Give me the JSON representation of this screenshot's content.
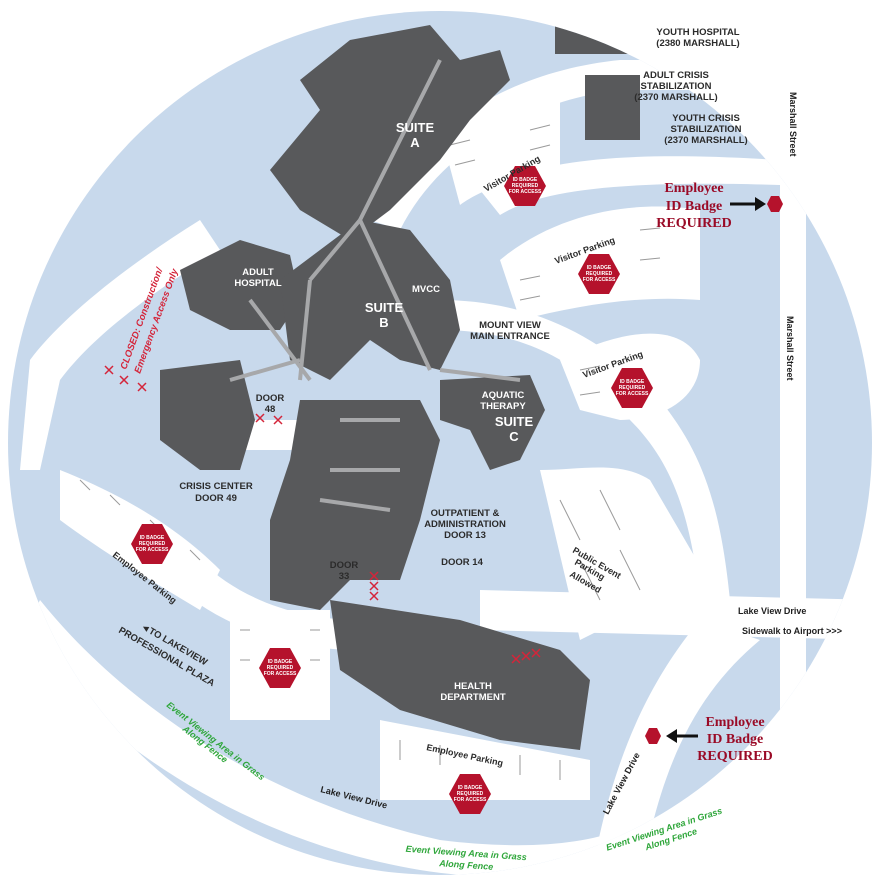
{
  "colors": {
    "water": "#c8d9ec",
    "building": "#58595b",
    "badge": "#b5122c",
    "employee_text": "#9a0a26",
    "closed_text": "#d4253a",
    "event_text": "#2ea63a"
  },
  "buildings": {
    "youth_hospital": [
      "YOUTH HOSPITAL",
      "(2380 MARSHALL)"
    ],
    "adult_crisis": [
      "ADULT CRISIS",
      "STABILIZATION",
      "(2370 MARSHALL)"
    ],
    "youth_crisis": [
      "YOUTH CRISIS",
      "STABILIZATION",
      "(2370 MARSHALL)"
    ],
    "suite_a": [
      "SUITE",
      "A"
    ],
    "suite_b": [
      "SUITE",
      "B"
    ],
    "suite_c": [
      "SUITE",
      "C"
    ],
    "adult_hospital": [
      "ADULT",
      "HOSPITAL"
    ],
    "mvcc": "MVCC",
    "aquatic": [
      "AQUATIC",
      "THERAPY"
    ],
    "health_department": [
      "HEALTH",
      "DEPARTMENT"
    ]
  },
  "doors": {
    "door48": [
      "DOOR",
      "48"
    ],
    "crisis_center": [
      "CRISIS CENTER",
      "DOOR 49"
    ],
    "door33": [
      "DOOR",
      "33"
    ],
    "outpatient": [
      "OUTPATIENT &",
      "ADMINISTRATION",
      "DOOR 13"
    ],
    "door14": "DOOR 14",
    "main_entrance": [
      "MOUNT VIEW",
      "MAIN ENTRANCE"
    ]
  },
  "parking": {
    "visitor1": "Visitor Parking",
    "visitor2": "Visitor Parking",
    "visitor3": "Visitor Parking",
    "employee1": "Employee Parking",
    "employee2": "Employee Parking",
    "public_event": [
      "Public Event",
      "Parking",
      "Allowed"
    ]
  },
  "badge_sign": [
    "ID BADGE",
    "REQUIRED",
    "FOR ACCESS"
  ],
  "employee_notice": [
    "Employee",
    "ID Badge",
    "REQUIRED"
  ],
  "streets": {
    "marshall1": "Marshall Street",
    "marshall2": "Marshall Street",
    "lake_view_drive_east": "Lake View Drive",
    "sidewalk": "Sidewalk to Airport >>>",
    "lake_view_drive_south": "Lake View Drive",
    "lake_view_drive_se": "Lake View Drive"
  },
  "closed_notice": [
    "CLOSED: Construction/",
    "Emergency Access Only"
  ],
  "lakeview_plaza": [
    "◄TO LAKEVIEW",
    "PROFESSIONAL PLAZA"
  ],
  "event_viewing": [
    "Event Viewing Area in Grass",
    "Along Fence"
  ]
}
